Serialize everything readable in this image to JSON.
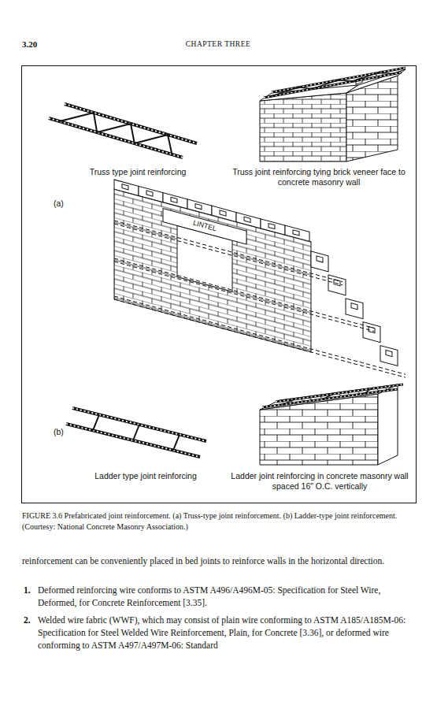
{
  "diagram": {
    "caption": "FIGURE 3.6 Prefabricated joint reinforcement. (a) Truss-type joint reinforcement. (b) Ladder-type joint reinforcement. (Courtesy: National Concrete Masonry Association.)",
    "labels": [
      "3.20",
      "CHAPTER THREE",
      "Truss type joint reinforcing",
      "Truss joint reinforcing tying brick veneer face to concrete masonry wall",
      "(a)",
      "LINTEL",
      "(b)",
      "Ladder type joint reinforcing",
      "Ladder joint reinforcing in concrete masonry wall spaced 16\" O.C. vertically",
      "reinforcement can be conveniently placed in bed joints to reinforce walls in the horizontal direction.",
      "1.",
      "Deformed reinforcing wire conforms to ASTM A496/A496M-05: Specification for Steel Wire, Deformed, for Concrete Reinforcement [3.35].",
      "2.",
      "Welded wire fabric (WWF), which may consist of plain wire conforming to ASTM A185/A185M-06: Specification for Steel Welded Wire Reinforcement, Plain, for Concrete [3.36], or deformed wire conforming to ASTM A497/A497M-06: Standard"
    ]
  }
}
